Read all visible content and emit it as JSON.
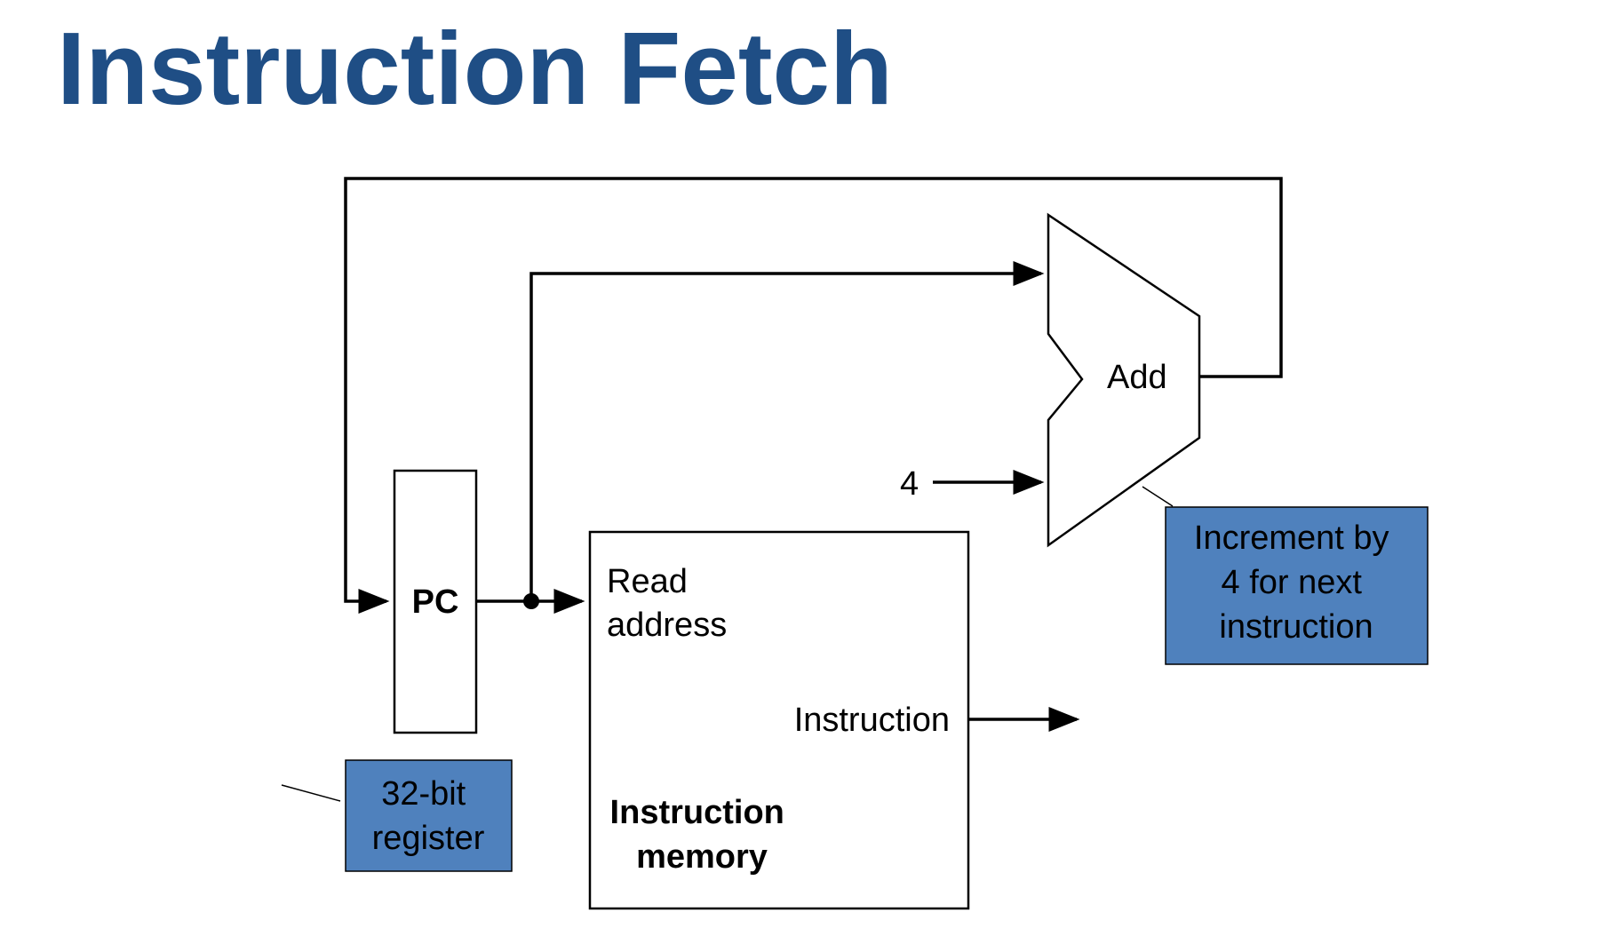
{
  "title": "Instruction Fetch",
  "colors": {
    "title": "#1f4e85",
    "callout_fill": "#4f81bd",
    "stroke": "#000000"
  },
  "diagram": {
    "pc": {
      "label": "PC"
    },
    "adder": {
      "label": "Add",
      "constant": "4"
    },
    "instruction_memory": {
      "input_label": [
        "Read",
        "address"
      ],
      "output_label": "Instruction",
      "name": [
        "Instruction",
        "memory"
      ]
    }
  },
  "callouts": {
    "register": {
      "lines": [
        "32-bit",
        "register"
      ]
    },
    "increment": {
      "lines": [
        "Increment by",
        "4 for next",
        "instruction"
      ]
    }
  }
}
